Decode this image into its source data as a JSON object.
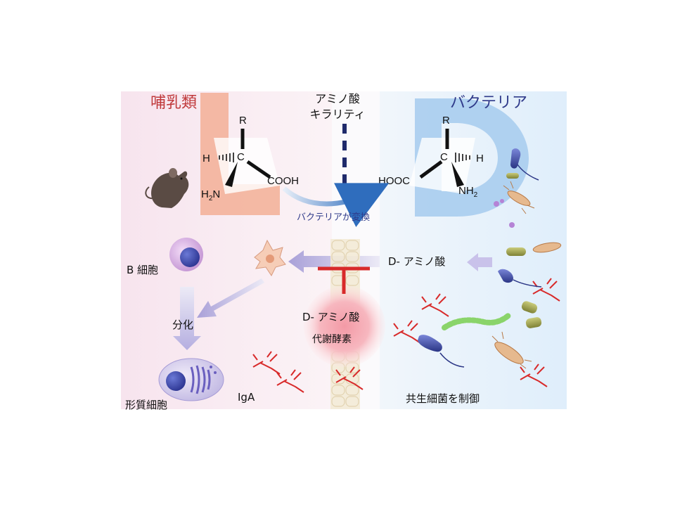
{
  "titles": {
    "mammal": "哺乳類",
    "bacteria": "バクテリア",
    "chirality_line1": "アミノ酸",
    "chirality_line2": "キラリティ"
  },
  "letters": {
    "left": "L",
    "right": "D"
  },
  "molecule_left": {
    "r": "R",
    "c": "C",
    "h": "H",
    "n": "N",
    "h2": "H",
    "sub2": "2",
    "acid": "COOH"
  },
  "molecule_right": {
    "r": "R",
    "c": "C",
    "h": "H",
    "acid": "HOOC",
    "nh": "NH",
    "sub2": "2"
  },
  "labels": {
    "conversion": "バクテリアが変換",
    "d_amino_acid": "D- アミノ酸",
    "b_cell": "B 細胞",
    "differentiation": "分化",
    "plasma_cell": "形質細胞",
    "iga": "IgA",
    "enzyme_line1": "D- アミノ酸",
    "enzyme_line2": "代謝酵素",
    "control": "共生細菌を制御"
  },
  "colors": {
    "mammal_title": "#c0393b",
    "bacteria_title": "#2f3a8a",
    "L_letter": "#f3b29b",
    "D_letter": "#a9cdee",
    "inhibit": "#d82a2a",
    "dashed": "#1f2a6b"
  },
  "icons": [
    "mouse-icon",
    "b-cell-icon",
    "plasma-cell-icon",
    "dendritic-cell-icon",
    "iga-antibody-icon",
    "bacteria-icon",
    "epithelium-icon"
  ]
}
